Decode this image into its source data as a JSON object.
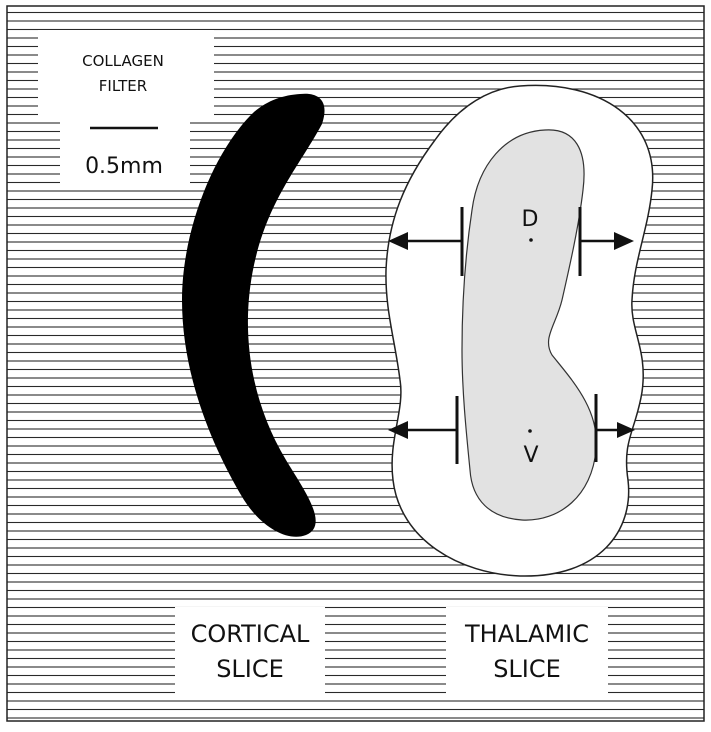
{
  "filter_label": {
    "line1": "COLLAGEN",
    "line2": "FILTER"
  },
  "scale_bar": {
    "label": "0.5mm"
  },
  "cortical_label": {
    "line1": "CORTICAL",
    "line2": "SLICE"
  },
  "thalamic_label": {
    "line1": "THALAMIC",
    "line2": "SLICE"
  },
  "regions": {
    "dorsal": "D",
    "ventral": "V"
  },
  "colors": {
    "hatch": "#2a2a2a",
    "cortical_fill": "#000000",
    "thalamic_core": "#e2e2e2",
    "background": "#ffffff"
  }
}
